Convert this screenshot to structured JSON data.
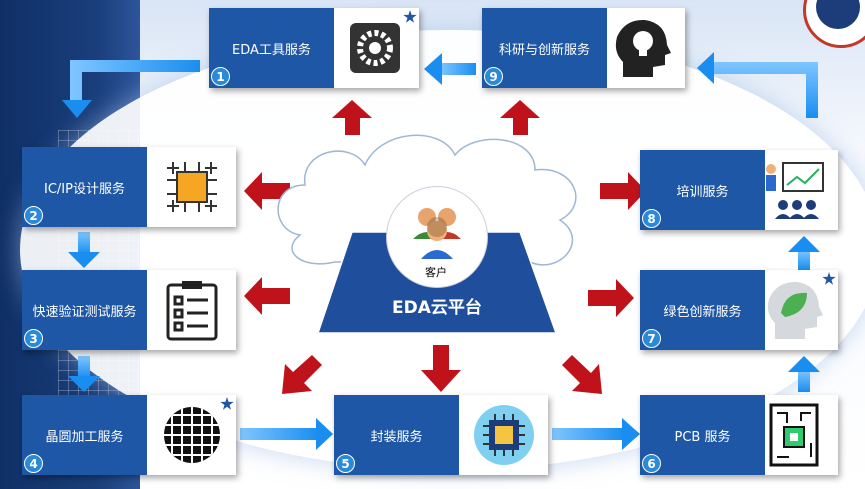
{
  "platform": {
    "title": "EDA云平台",
    "client_label": "客户"
  },
  "services": [
    {
      "num": "1",
      "label": "EDA工具服务",
      "icon": "gear-icon"
    },
    {
      "num": "2",
      "label": "IC/IP设计服务",
      "icon": "chip-icon"
    },
    {
      "num": "3",
      "label": "快速验证测试服务",
      "icon": "checklist-icon"
    },
    {
      "num": "4",
      "label": "晶圆加工服务",
      "icon": "wafer-icon"
    },
    {
      "num": "5",
      "label": "封装服务",
      "icon": "package-chip-icon"
    },
    {
      "num": "6",
      "label": "PCB 服务",
      "icon": "pcb-icon"
    },
    {
      "num": "7",
      "label": "绿色创新服务",
      "icon": "green-head-icon"
    },
    {
      "num": "8",
      "label": "培训服务",
      "icon": "training-icon"
    },
    {
      "num": "9",
      "label": "科研与创新服务",
      "icon": "lightbulb-head-icon"
    }
  ],
  "colors": {
    "card_blue": "#1f57a7",
    "arrow_red": "#c0121b",
    "arrow_blue": "#2a9df4"
  }
}
